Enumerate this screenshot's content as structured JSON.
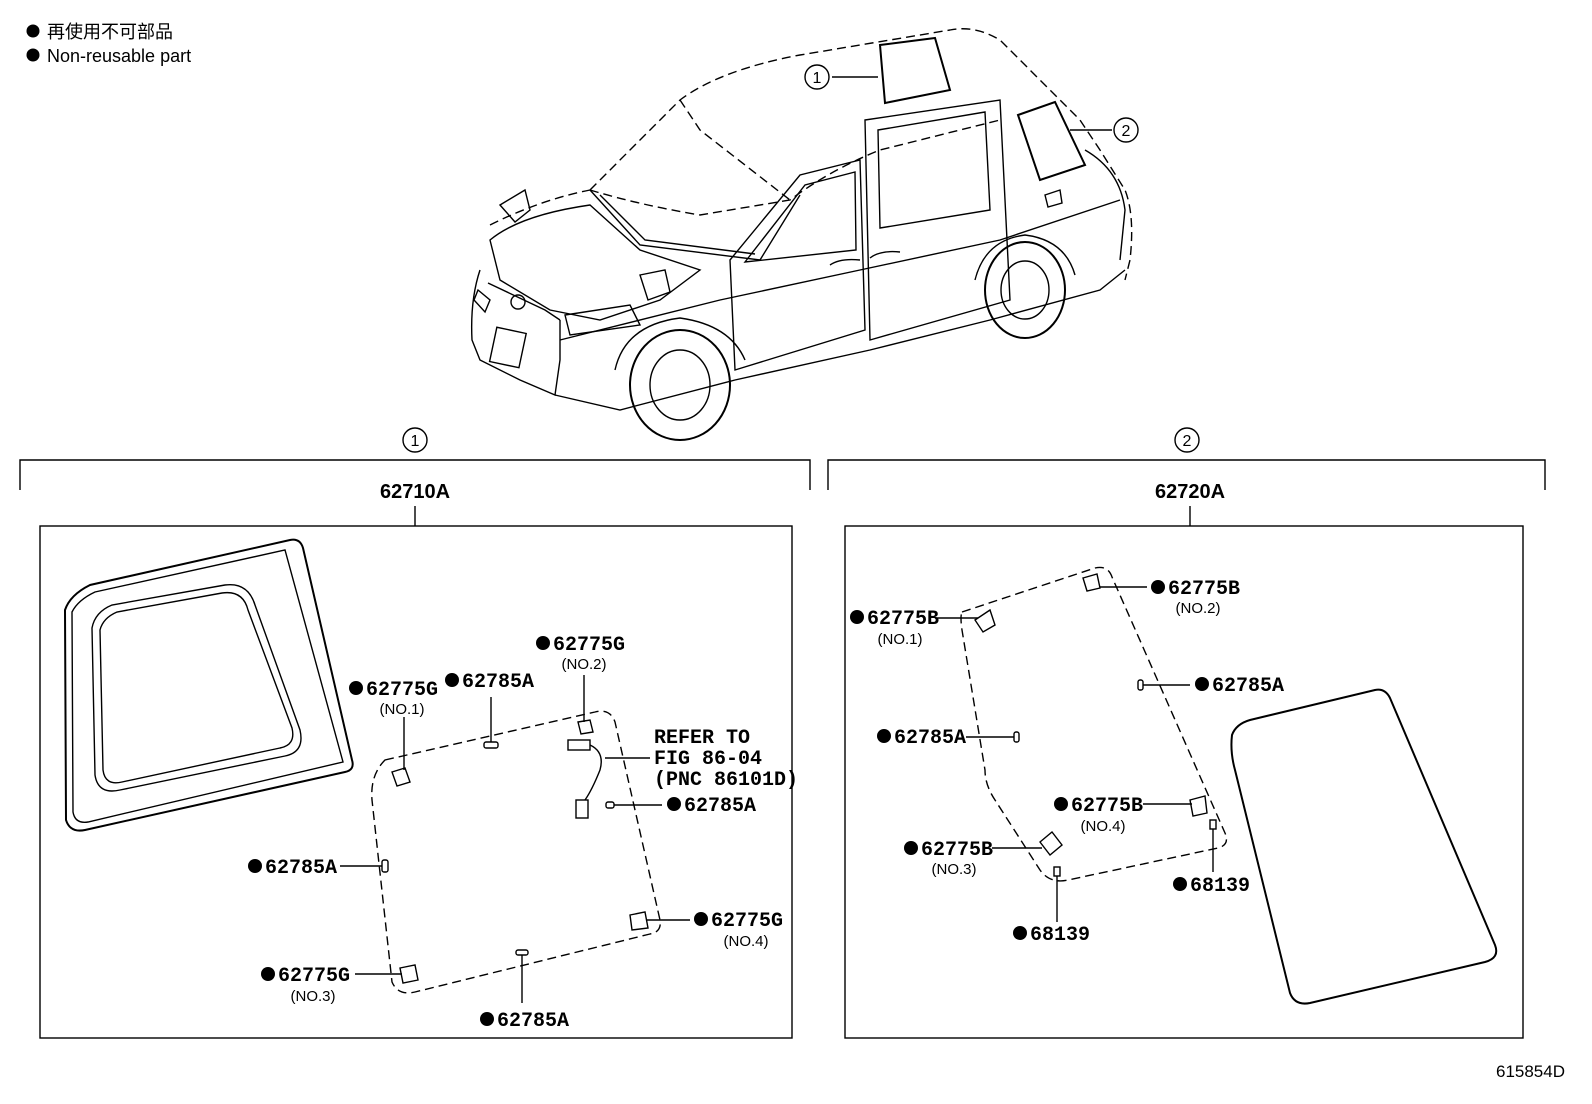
{
  "legend": {
    "line_jp": "再使用不可部品",
    "line_en": "Non-reusable part"
  },
  "overview": {
    "callout_1": "1",
    "callout_2": "2"
  },
  "group_1": {
    "callout": "1",
    "assembly": "62710A",
    "labels": {
      "g_no1": "62775G",
      "g_no1_sub": "(NO.1)",
      "a_top": "62785A",
      "g_no2": "62775G",
      "g_no2_sub": "(NO.2)",
      "refer_1": "REFER TO",
      "refer_2": "FIG 86-04",
      "refer_3": "(PNC 86101D)",
      "a_right": "62785A",
      "a_left": "62785A",
      "g_no4": "62775G",
      "g_no4_sub": "(NO.4)",
      "g_no3": "62775G",
      "g_no3_sub": "(NO.3)",
      "a_bottom": "62785A"
    }
  },
  "group_2": {
    "callout": "2",
    "assembly": "62720A",
    "labels": {
      "b_no1": "62775B",
      "b_no1_sub": "(NO.1)",
      "b_no2": "62775B",
      "b_no2_sub": "(NO.2)",
      "a_right": "62785A",
      "a_left": "62785A",
      "b_no4": "62775B",
      "b_no4_sub": "(NO.4)",
      "b_no3": "62775B",
      "b_no3_sub": "(NO.3)",
      "c_right": "68139",
      "c_left": "68139"
    }
  },
  "figure_id": "615854D"
}
